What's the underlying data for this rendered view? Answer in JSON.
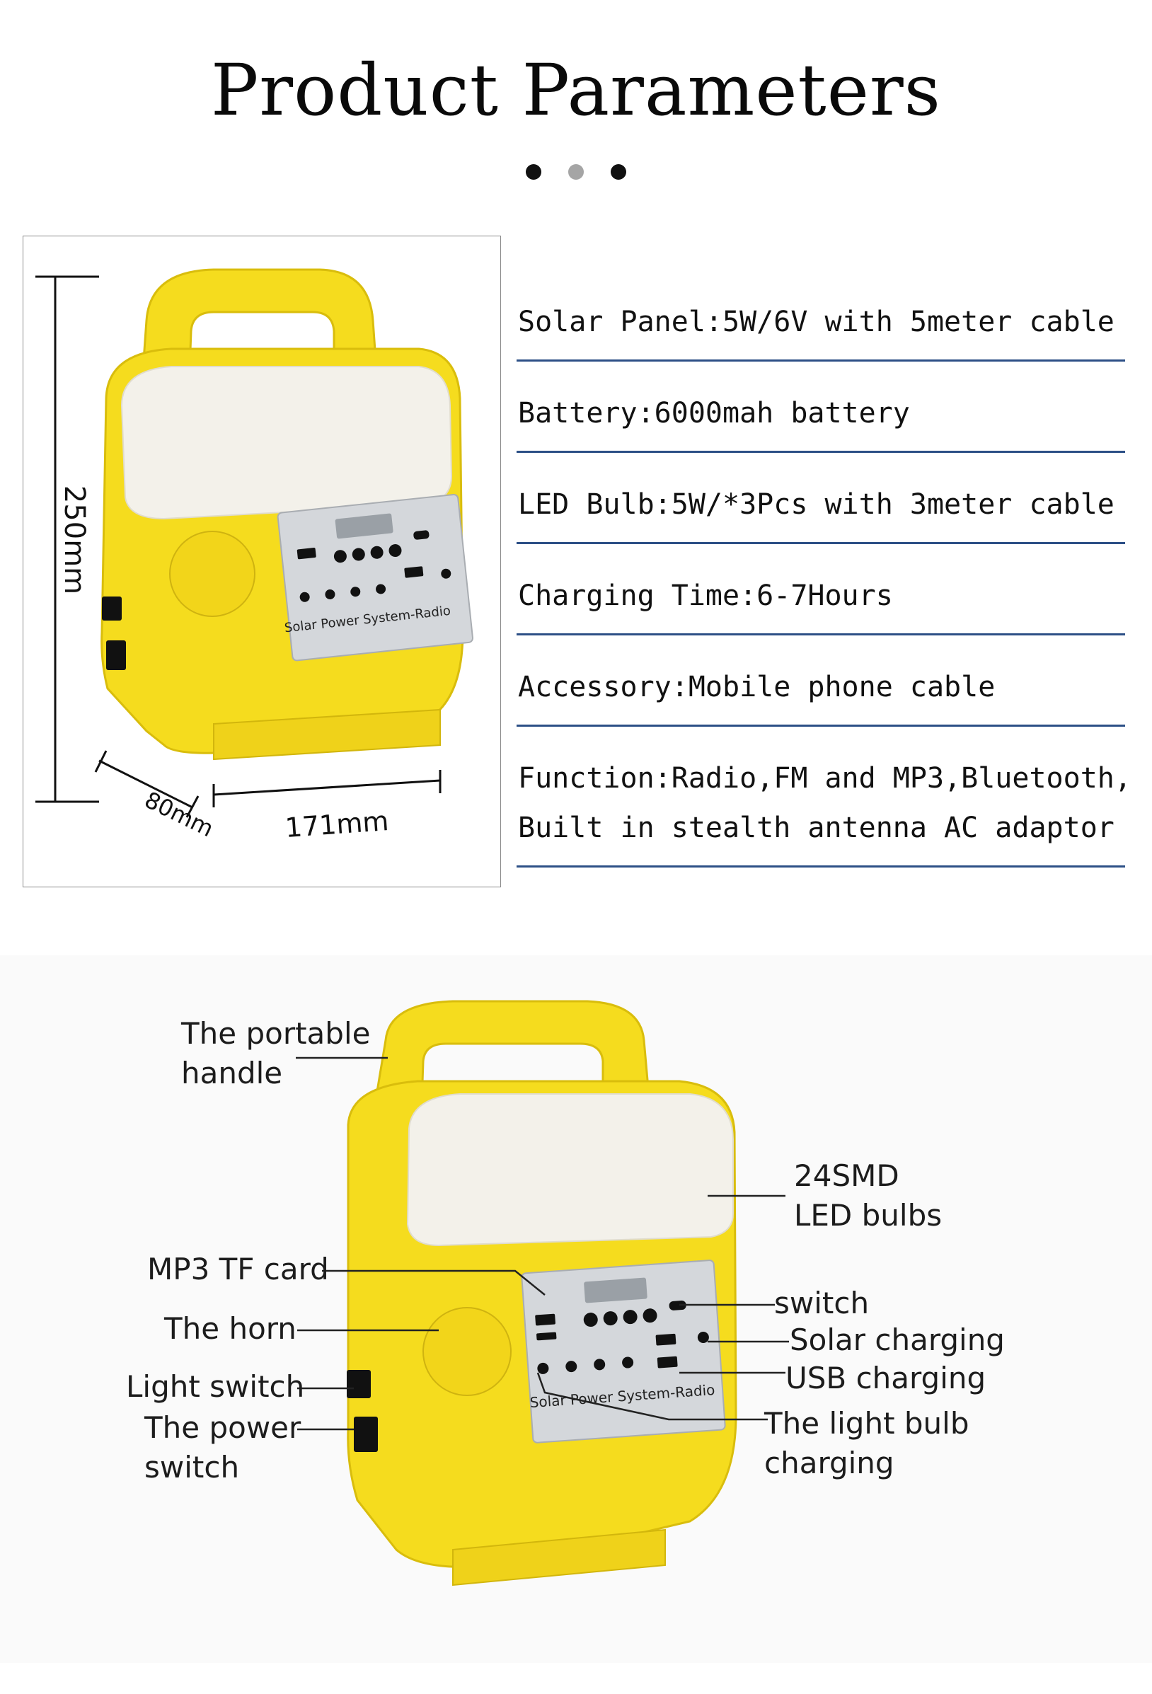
{
  "page": {
    "title": "Product Parameters",
    "dot_colors": [
      "#111111",
      "#a5a5a5",
      "#111111"
    ]
  },
  "dimensions": {
    "height": "250mm",
    "depth": "80mm",
    "width": "171mm"
  },
  "specs": [
    {
      "line1": "Solar Panel:5W/6V with 5meter cable",
      "line2": ""
    },
    {
      "line1": "Battery:6000mah battery",
      "line2": ""
    },
    {
      "line1": "LED Bulb:5W/*3Pcs with 3meter cable",
      "line2": ""
    },
    {
      "line1": "Charging Time:6-7Hours",
      "line2": ""
    },
    {
      "line1": "Accessory:Mobile phone cable",
      "line2": ""
    },
    {
      "line1": "Function:Radio,FM and MP3,Bluetooth,",
      "line2": "Built in stealth antenna AC adaptor"
    }
  ],
  "device": {
    "panel_label": "Solar Power System-Radio",
    "body_color": "#f5dc1e",
    "lamp_color": "#f3f1ea",
    "panel_color": "#d4d7db"
  },
  "callouts": {
    "handle": {
      "line1": "The portable",
      "line2": "handle"
    },
    "led": {
      "line1": "24SMD",
      "line2": "LED bulbs"
    },
    "mp3": {
      "line1": "MP3 TF card"
    },
    "horn": {
      "line1": "The horn"
    },
    "light_switch": {
      "line1": "Light switch"
    },
    "power_switch": {
      "line1": "The power",
      "line2": "switch"
    },
    "switch": {
      "line1": "switch"
    },
    "solar": {
      "line1": "Solar charging"
    },
    "usb": {
      "line1": "USB charging"
    },
    "bulb_charging": {
      "line1": "The light bulb",
      "line2": "charging"
    }
  },
  "accent_color": "#2c4f86"
}
